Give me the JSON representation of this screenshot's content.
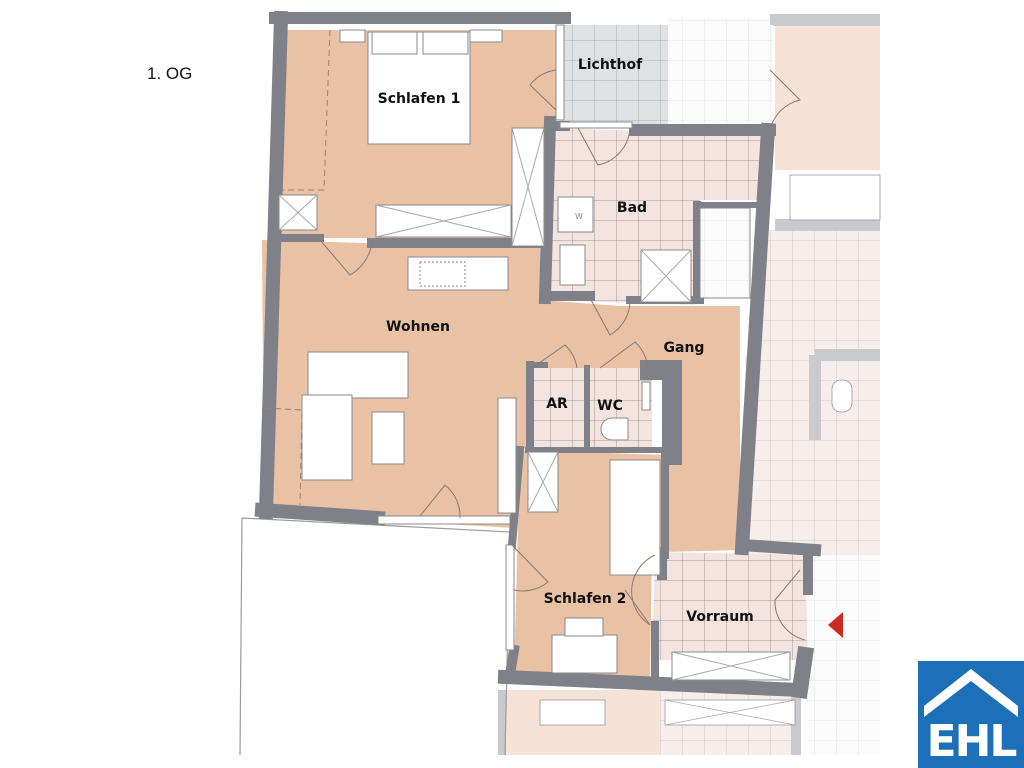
{
  "floor": {
    "label": "1. OG"
  },
  "rooms": {
    "schlafen1": "Schlafen 1",
    "lichthof": "Lichthof",
    "bad": "Bad",
    "wohnen": "Wohnen",
    "gang": "Gang",
    "ar": "AR",
    "wc": "WC",
    "schlafen2": "Schlafen 2",
    "vorraum": "Vorraum"
  },
  "fixtures": {
    "washer_marker": "W"
  },
  "entrance": {
    "icon": "entrance-arrow-icon",
    "color": "#cc2a22"
  },
  "logo": {
    "text": "EHL",
    "color": "#1d6fb8"
  },
  "colors": {
    "wall": "#7f8088",
    "floor_wood": "#e9c2a6",
    "floor_tile": "#f3e4e0",
    "lichthof": "#dfe2e3",
    "neighbor_wood": "#f6e2d6",
    "neighbor_wall": "#c9cacd"
  }
}
